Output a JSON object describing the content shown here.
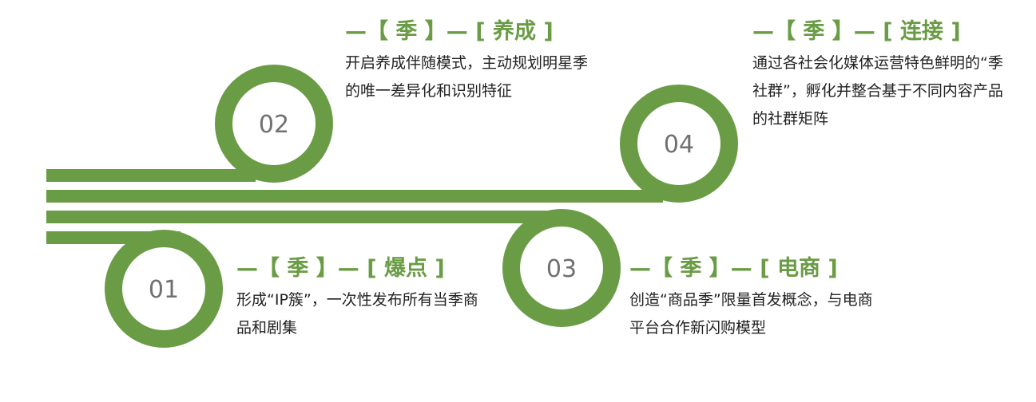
{
  "colors": {
    "brand_green": "#6a9c45",
    "number_gray": "#707070",
    "body_text": "#222222",
    "background": "#ffffff"
  },
  "steps": [
    {
      "number": "01",
      "heading": "—【 季 】— [ 爆点 ]",
      "text": "形成“IP簇”，一次性发布所有当季商品和剧集"
    },
    {
      "number": "02",
      "heading": "—【 季 】— [ 养成 ]",
      "text": "开启养成伴随模式，主动规划明星季的唯一差异化和识别特征"
    },
    {
      "number": "03",
      "heading": "—【 季 】— [ 电商 ]",
      "text": "创造“商品季”限量首发概念，与电商平台合作新闪购模型"
    },
    {
      "number": "04",
      "heading": "—【 季 】— [ 连接 ]",
      "text": "通过各社会化媒体运营特色鲜明的“季社群”，孵化并整合基于不同内容产品的社群矩阵"
    }
  ]
}
